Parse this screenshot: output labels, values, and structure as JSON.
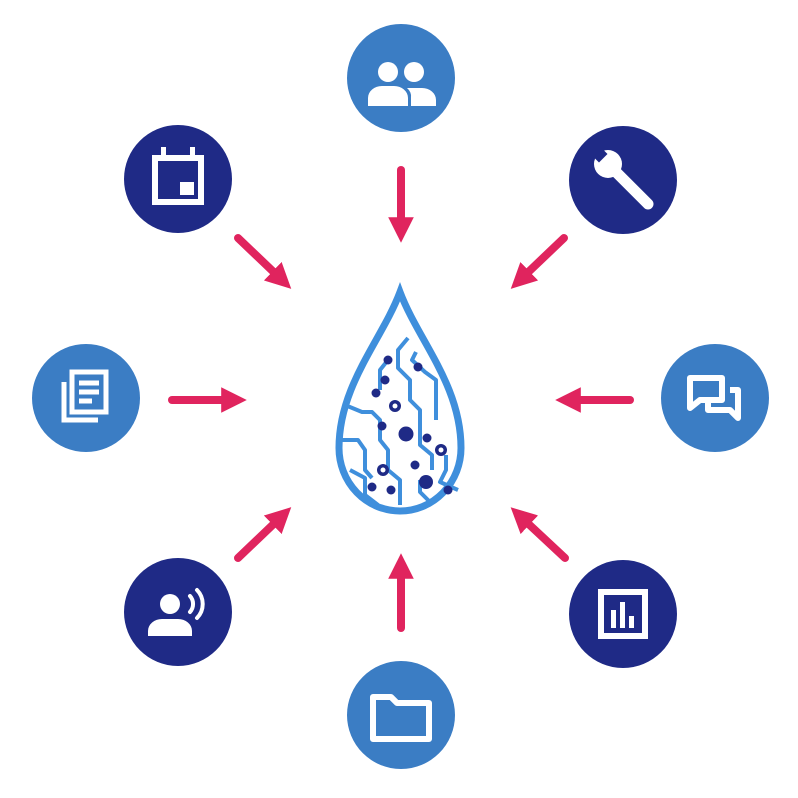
{
  "colors": {
    "background": "#ffffff",
    "navy": "#1f2a86",
    "blue": "#3b7dc4",
    "arrow": "#e0245e",
    "drop_outline": "#3f8fdc",
    "drop_dots": "#1f2a86"
  },
  "center": {
    "icon": "circuit-drop-icon"
  },
  "nodes": [
    {
      "icon": "users-icon",
      "position": "top",
      "color": "blue"
    },
    {
      "icon": "wrench-icon",
      "position": "top-right",
      "color": "navy"
    },
    {
      "icon": "chat-icon",
      "position": "right",
      "color": "blue"
    },
    {
      "icon": "bar-chart-icon",
      "position": "bottom-right",
      "color": "navy"
    },
    {
      "icon": "folder-icon",
      "position": "bottom",
      "color": "blue"
    },
    {
      "icon": "voice-user-icon",
      "position": "bottom-left",
      "color": "navy"
    },
    {
      "icon": "documents-icon",
      "position": "left",
      "color": "blue"
    },
    {
      "icon": "calendar-icon",
      "position": "top-left",
      "color": "navy"
    }
  ]
}
